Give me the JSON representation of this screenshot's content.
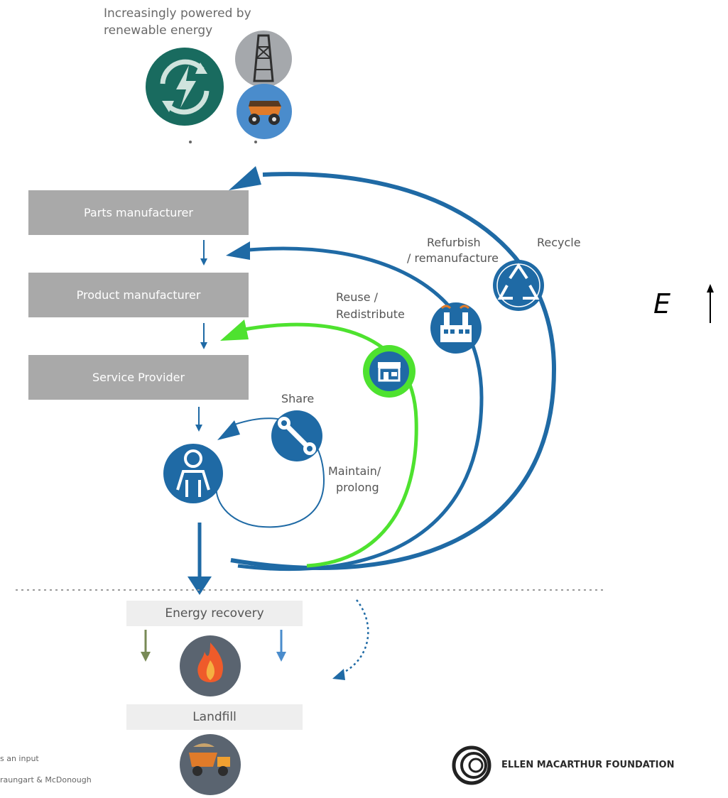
{
  "header": {
    "line1": "Increasingly powered by",
    "line2": "renewable energy"
  },
  "boxes": {
    "parts": "Parts manufacturer",
    "product": "Product manufacturer",
    "service": "Service Provider"
  },
  "loops": {
    "recycle": "Recycle",
    "refurbish_line1": "Refurbish",
    "refurbish_line2": "/ remanufacture",
    "reuse_line1": "Reuse /",
    "reuse_line2": "Redistribute",
    "share": "Share",
    "maintain_line1": "Maintain/",
    "maintain_line2": "prolong"
  },
  "bottom": {
    "energy": "Energy recovery",
    "landfill": "Landfill"
  },
  "footnotes": {
    "line1": "s an input",
    "line2": "raungart & McDonough"
  },
  "logo": {
    "text": "ELLEN MACARTHUR FOUNDATION"
  },
  "side_symbol": {
    "text": "E"
  },
  "colors": {
    "loop_blue": "#1f6aa5",
    "reuse_green": "#4ee22f",
    "renewable_teal": "#196b5f",
    "box_grey": "#a9a9a9",
    "fire_circle": "#5a6470"
  },
  "icons": [
    "renewable-energy-icon",
    "oil-rig-icon",
    "mining-truck-icon",
    "recycle-icon",
    "factory-icon",
    "shop-icon",
    "wrench-icon",
    "user-icon",
    "fire-icon",
    "dump-truck-icon",
    "foundation-logo-icon"
  ]
}
